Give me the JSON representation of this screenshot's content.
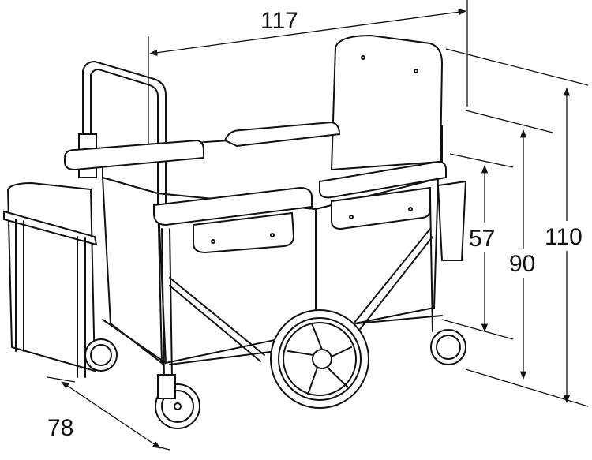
{
  "title": "Folding wagon stroller dimensions",
  "colors": {
    "line": "#111111",
    "background": "#ffffff"
  },
  "dimensions": {
    "length": "117",
    "total_height": "110",
    "handle_height": "90",
    "seat_height": "57",
    "width": "78"
  }
}
